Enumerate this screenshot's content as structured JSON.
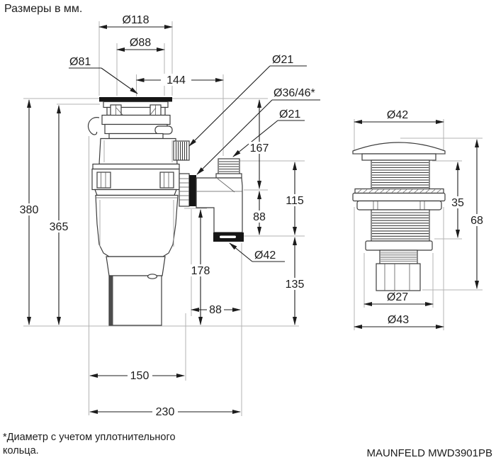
{
  "page": {
    "title": "Размеры в мм.",
    "footnote_line1": "*Диаметр с учетом уплотнительного",
    "footnote_line2": "кольца.",
    "model": "MAUNFELD MWD3901PB"
  },
  "colors": {
    "line": "#3c3c3c",
    "dimension": "#1c1c1c",
    "extension": "#b3b3b3",
    "seal_fill": "#161616",
    "background": "#ffffff"
  },
  "main_view": {
    "dims": {
      "flange_outer": "Ø118",
      "flange_inner": "Ø88",
      "sink_hole": "Ø81",
      "center_to_outlet": "144",
      "dishwasher_inlet": "Ø21",
      "outlet_seal": "Ø36/46*",
      "elbow_stub": "Ø21",
      "sink_to_elbow": "167",
      "elbow_to_outlet": "88",
      "stub_to_outlet": "115",
      "outlet_to_floor": "135",
      "total_height": "380",
      "body_height": "365",
      "elbow_bottom_to_floor": "178",
      "outlet_diameter": "Ø42",
      "outlet_offset": "88",
      "body_width": "150",
      "total_width": "230"
    }
  },
  "flange_view": {
    "dims": {
      "cap_diameter": "Ø42",
      "thread_length": "35",
      "total_height": "68",
      "tail_diameter": "Ø27",
      "flange_diameter": "Ø43"
    }
  }
}
